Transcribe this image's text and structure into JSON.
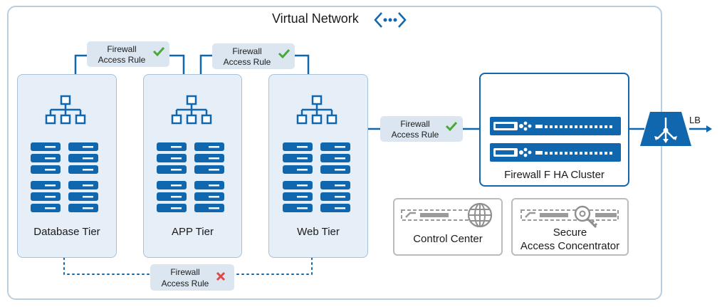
{
  "diagram": {
    "title": "Virtual Network",
    "tiers": [
      {
        "label": "Database Tier"
      },
      {
        "label": "APP Tier"
      },
      {
        "label": "Web Tier"
      }
    ],
    "rules": [
      {
        "line1": "Firewall",
        "line2": "Access Rule",
        "status": "allowed"
      },
      {
        "line1": "Firewall",
        "line2": "Access Rule",
        "status": "allowed"
      },
      {
        "line1": "Firewall",
        "line2": "Access Rule",
        "status": "allowed"
      },
      {
        "line1": "Firewall",
        "line2": "Access Rule",
        "status": "denied"
      }
    ],
    "cluster_label": "Firewall F HA Cluster",
    "lb_label": "LB",
    "management": [
      {
        "label": "Control Center"
      },
      {
        "label_line1": "Secure",
        "label_line2": "Access Concentrator"
      }
    ],
    "colors": {
      "primary_blue": "#1167ad",
      "tier_fill": "#e6eef8",
      "rule_fill": "#dbe6f1",
      "allowed_green": "#4aa835",
      "denied_red": "#e04848",
      "border_gray": "#bcbcbc"
    },
    "icons": [
      "network-tree-icon",
      "server-stack-icon",
      "virtual-network-icon",
      "check-icon",
      "cross-icon",
      "load-balancer-icon",
      "firewall-appliance-icon",
      "globe-icon",
      "key-icon"
    ]
  }
}
